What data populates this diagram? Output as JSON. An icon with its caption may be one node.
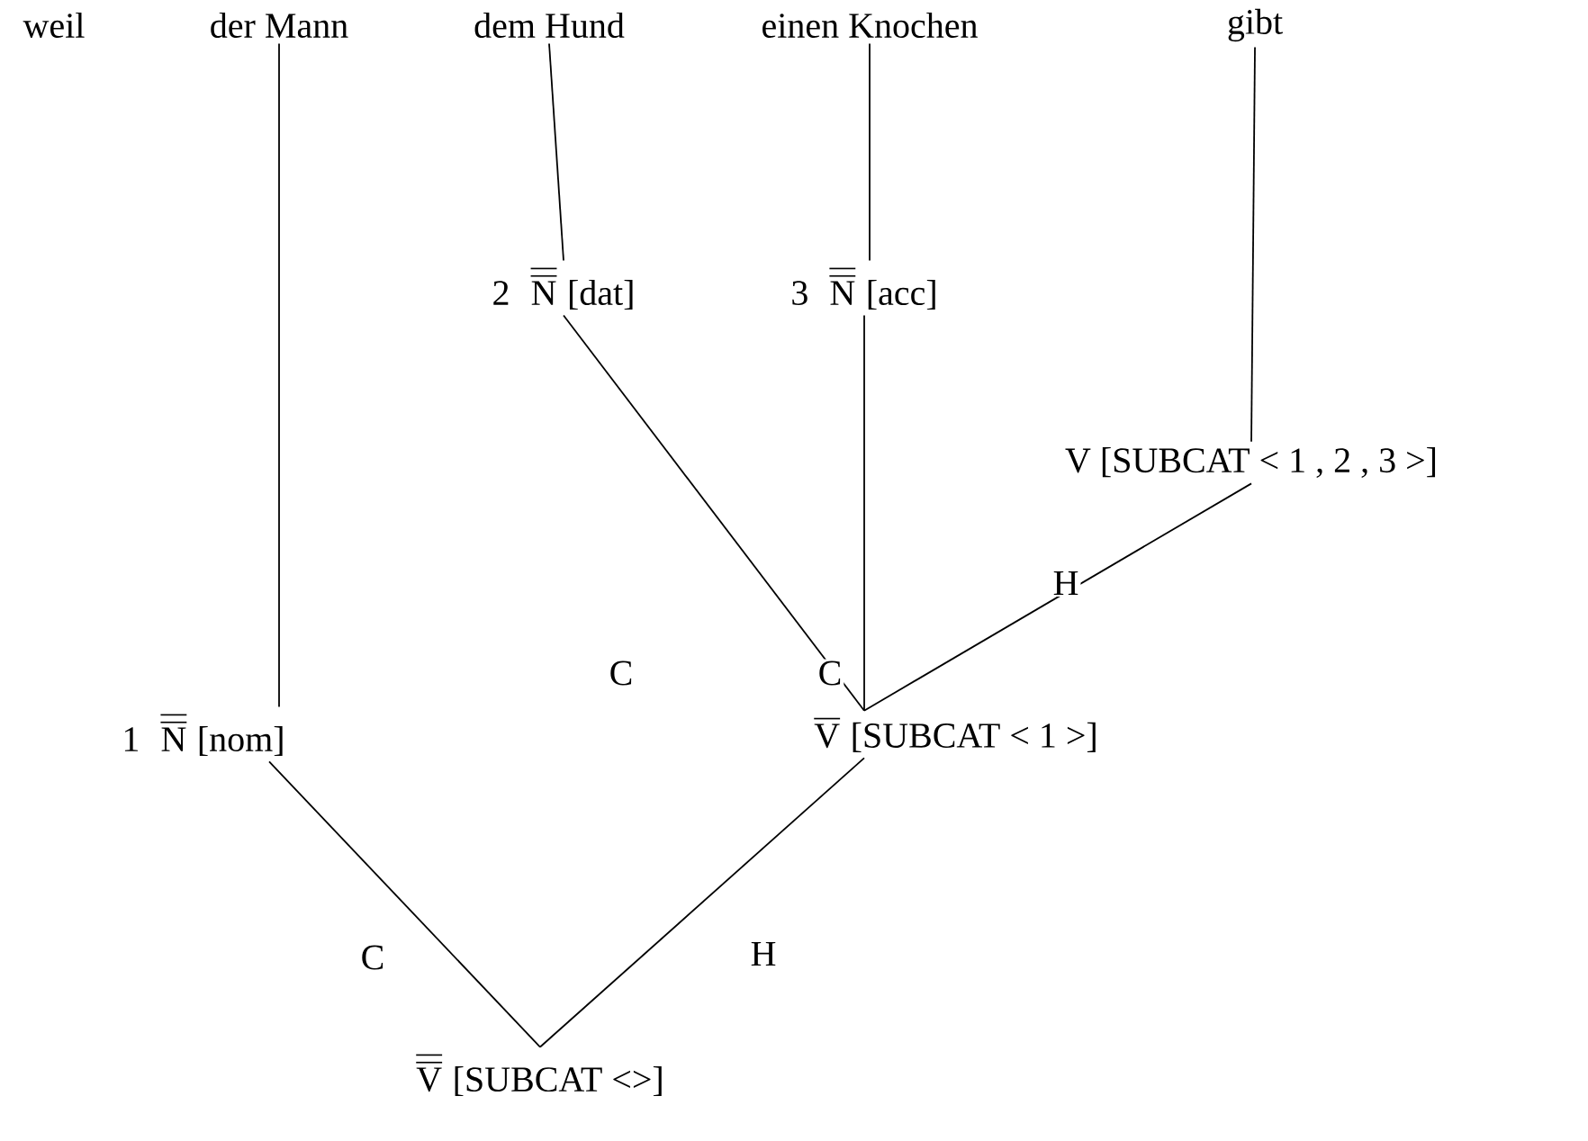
{
  "diagram": {
    "nodes": [
      {
        "text": [
          "der Mann"
        ]
      },
      {
        "text": [
          "dem Hund"
        ]
      },
      {
        "text": [
          "einen Knochen"
        ]
      },
      {
        "text": [
          "gibt"
        ]
      },
      {
        "text": [
          "\\text{2}\\;\\;\\overline{\\overline{\\text{N}}}\\;\\text{[dat]}"
        ]
      },
      {
        "text": [
          "\\text{3}\\;\\;\\overline{\\overline{\\text{N}}}\\;\\text{[acc]}"
        ]
      },
      {
        "text": [
          "V [SUBCAT < 1 , 2 , 3 >]"
        ]
      },
      {
        "text": [
          "\\text{1}\\;\\;\\overline{\\overline{\\text{N}}}\\;\\text{[nom]}"
        ]
      },
      {
        "text": [
          "\\overline{\\text{V}}\\;\\text{[SUBCAT < 1 >]}"
        ]
      },
      {
        "text": [
          "\\overline{\\overline{\\text{V}}}\\;\\text{[SUBCAT <>]}"
        ]
      }
    ],
    "edges": [
      {
        "from": 0,
        "to": 7,
        "arrow": "none"
      },
      {
        "from": 1,
        "to": 4,
        "arrow": "none"
      },
      {
        "from": 2,
        "to": 5,
        "arrow": "none"
      },
      {
        "from": 3,
        "to": 6,
        "arrow": "none"
      },
      {
        "from": 4,
        "to": 8,
        "arrow": "none",
        "label": "C"
      },
      {
        "from": 5,
        "to": 8,
        "arrow": "none",
        "label": "C"
      },
      {
        "from": 6,
        "to": 8,
        "arrow": "none",
        "label": "H"
      },
      {
        "from": 7,
        "to": 9,
        "arrow": "none",
        "label": "C"
      },
      {
        "from": 8,
        "to": 9,
        "arrow": "none",
        "label": "H"
      }
    ],
    "labels": [
      "weil"
    ]
  }
}
